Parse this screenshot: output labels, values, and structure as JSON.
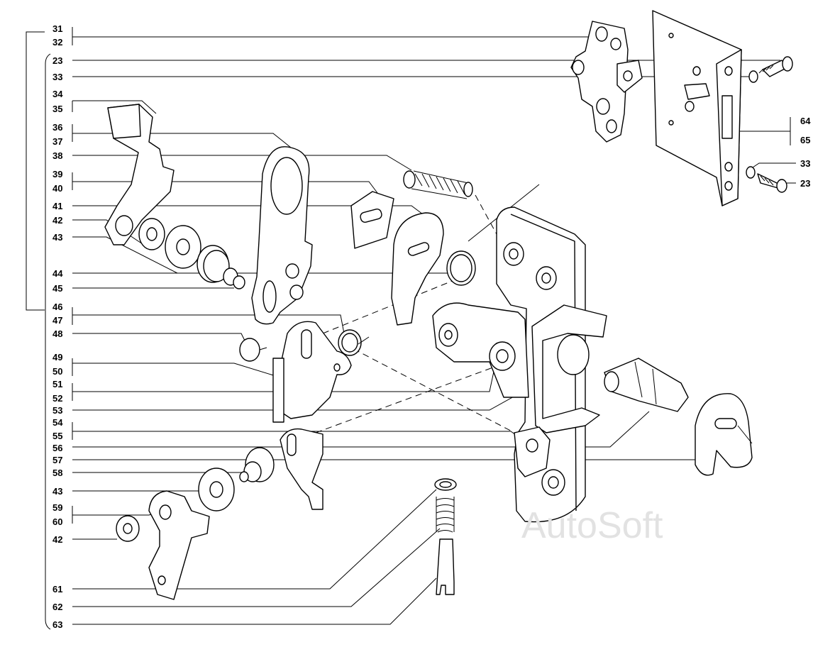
{
  "watermark": "AutoSoft",
  "labels": {
    "l31": "31",
    "l32": "32",
    "l23": "23",
    "l33": "33",
    "l34": "34",
    "l35": "35",
    "l36": "36",
    "l37": "37",
    "l38": "38",
    "l39": "39",
    "l40": "40",
    "l41": "41",
    "l42": "42",
    "l43": "43",
    "l44": "44",
    "l45": "45",
    "l46": "46",
    "l47": "47",
    "l48": "48",
    "l49": "49",
    "l50": "50",
    "l51": "51",
    "l52": "52",
    "l53": "53",
    "l54": "54",
    "l55": "55",
    "l56": "56",
    "l57": "57",
    "l58": "58",
    "l43b": "43",
    "l59": "59",
    "l60": "60",
    "l42b": "42",
    "l61": "61",
    "l62": "62",
    "l63": "63",
    "r64": "64",
    "r65": "65",
    "r33": "33",
    "r23": "23"
  }
}
